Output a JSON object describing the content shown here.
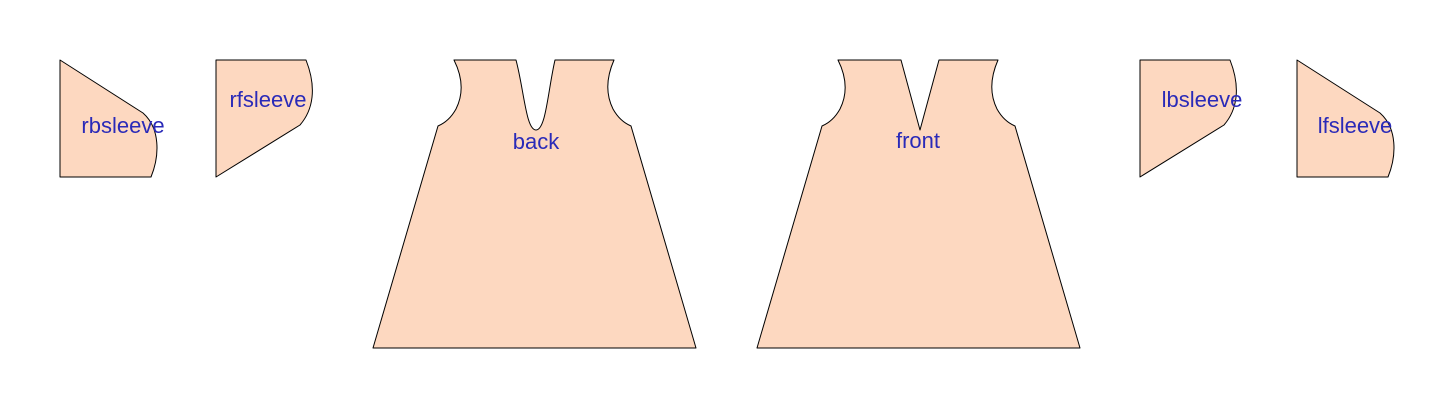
{
  "diagram": {
    "colors": {
      "fill": "#fdd8c0",
      "stroke": "#000000",
      "label": "#2a2ab8"
    },
    "pieces": {
      "rbsleeve": {
        "label": "rbsleeve"
      },
      "rfsleeve": {
        "label": "rfsleeve"
      },
      "back": {
        "label": "back"
      },
      "front": {
        "label": "front"
      },
      "lbsleeve": {
        "label": "lbsleeve"
      },
      "lfsleeve": {
        "label": "lfsleeve"
      }
    }
  }
}
